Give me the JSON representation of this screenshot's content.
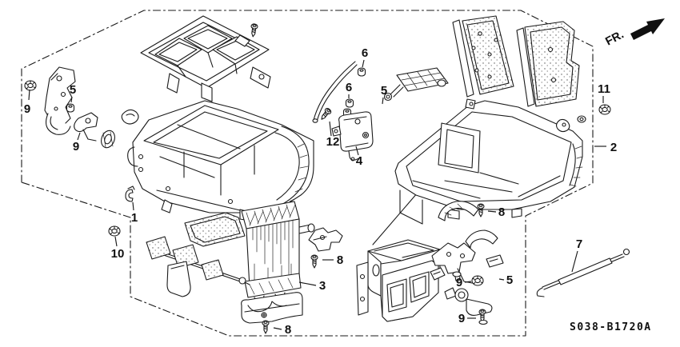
{
  "diagram": {
    "kind": "exploded-parts-diagram",
    "part_code": "S038-B1720A",
    "fr_indicator": {
      "label": "FR."
    },
    "colors": {
      "line": "#1a1a1a",
      "background": "#ffffff"
    },
    "callouts": [
      {
        "label": "9"
      },
      {
        "label": "5"
      },
      {
        "label": "9"
      },
      {
        "label": "1"
      },
      {
        "label": "10"
      },
      {
        "label": "6"
      },
      {
        "label": "6"
      },
      {
        "label": "5"
      },
      {
        "label": "12"
      },
      {
        "label": "4"
      },
      {
        "label": "3"
      },
      {
        "label": "8"
      },
      {
        "label": "8"
      },
      {
        "label": "8"
      },
      {
        "label": "9"
      },
      {
        "label": "5"
      },
      {
        "label": "9"
      },
      {
        "label": "7"
      },
      {
        "label": "11"
      },
      {
        "label": "2"
      }
    ]
  }
}
